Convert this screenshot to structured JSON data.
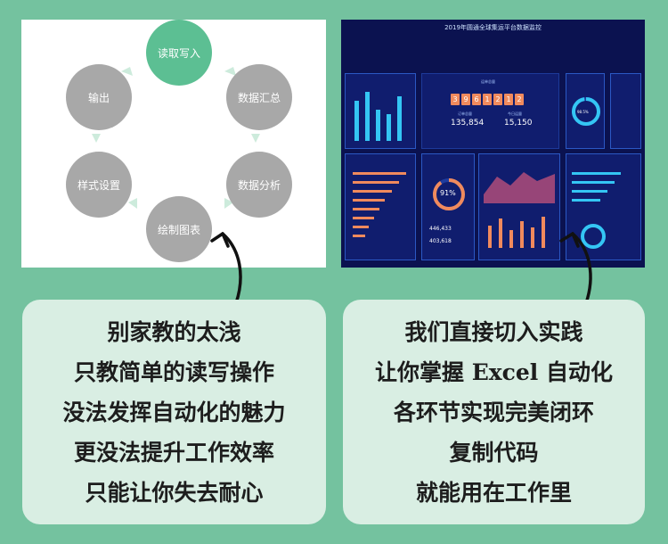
{
  "left_diagram": {
    "nodes": [
      {
        "label": "读取写入",
        "active": true
      },
      {
        "label": "数据汇总",
        "active": false
      },
      {
        "label": "数据分析",
        "active": false
      },
      {
        "label": "绘制图表",
        "active": false
      },
      {
        "label": "样式设置",
        "active": false
      },
      {
        "label": "输出",
        "active": false
      }
    ]
  },
  "dashboard": {
    "title": "2019年圆通全球集运平台数据监控",
    "counter_label": "运单总量",
    "counter_digits": [
      "3",
      "9",
      "6",
      "1",
      "2",
      "1",
      "2"
    ],
    "stat1_label": "订单总量",
    "stat1_value": "135,854",
    "stat2_label": "今日运量",
    "stat2_value": "15,150",
    "donut1_value": "98.5%",
    "donut2_value": "91%",
    "stat3_value": "446,433",
    "stat4_value": "403,618",
    "colors": {
      "background": "#0b1250",
      "box_border": "#2b58c4",
      "accent_orange": "#f08a5d",
      "accent_cyan": "#34c6f4"
    }
  },
  "card_left": {
    "lines": [
      "别家教的太浅",
      "只教简单的读写操作",
      "没法发挥自动化的魅力",
      "更没法提升工作效率",
      "只能让你失去耐心"
    ]
  },
  "card_right": {
    "lines": [
      "我们直接切入实践",
      "让你掌握 Excel 自动化",
      "各环节实现完美闭环",
      "复制代码",
      "就能用在工作里"
    ]
  },
  "colors": {
    "page_background": "#74c29f",
    "card_background": "#d9eee3",
    "active_node": "#5cbf93",
    "node_gray": "#a8a8a8"
  }
}
